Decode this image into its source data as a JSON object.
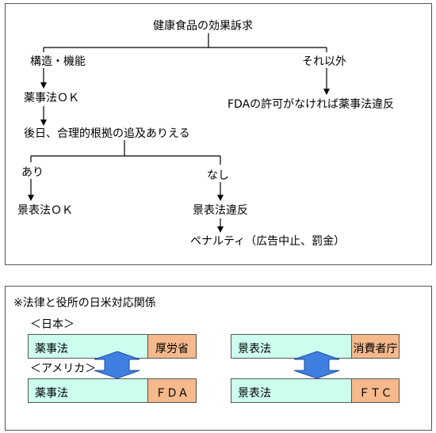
{
  "flow": {
    "root": "健康食品の効果訴求",
    "left_branch": "構造・機能",
    "right_branch": "それ以外",
    "left_result": "薬事法ＯＫ",
    "right_result": "FDAの許可がなければ薬事法違反",
    "followup": "後日、合理的根拠の追及ありえる",
    "yes_branch": "あり",
    "no_branch": "なし",
    "yes_result": "景表法ＯＫ",
    "no_result": "景表法違反",
    "penalty": "ペナルティ（広告中止、罰金）"
  },
  "mapping": {
    "title": "※法律と役所の日米対応関係",
    "japan_label": "＜日本＞",
    "america_label": "＜アメリカ＞",
    "jp_pharma_law": "薬事法",
    "jp_pharma_agency": "厚労省",
    "jp_labeling_law": "景表法",
    "jp_labeling_agency": "消費者庁",
    "us_pharma_law": "薬事法",
    "us_pharma_agency": "ＦＤＡ",
    "us_labeling_law": "景表法",
    "us_labeling_agency": "ＦＴＣ"
  },
  "colors": {
    "law_box": "#ccffee",
    "agency_box": "#f5b98c",
    "arrow": "#3f7fe0"
  }
}
